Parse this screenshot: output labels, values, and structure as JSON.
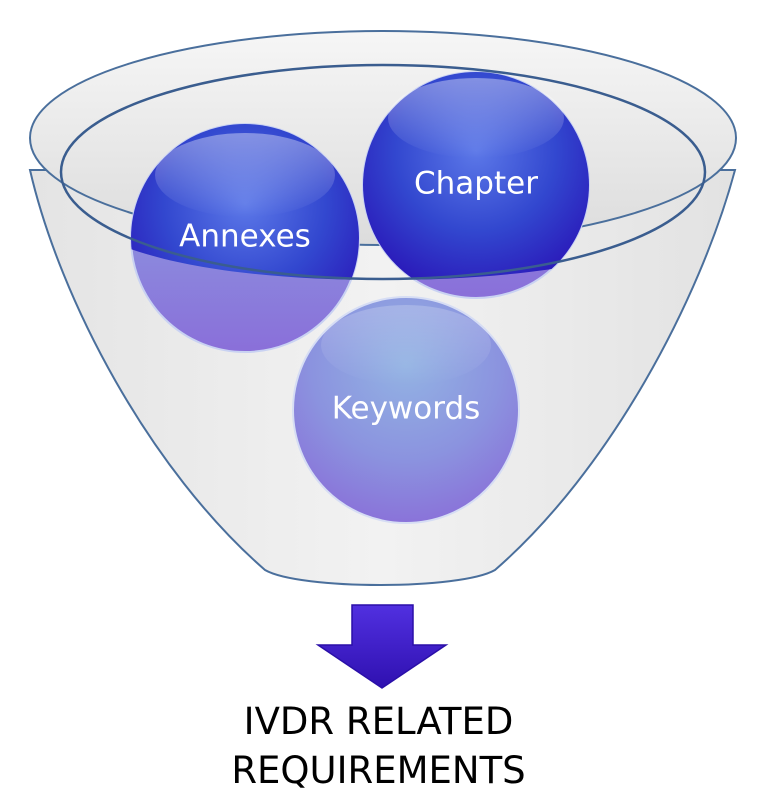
{
  "funnel": {
    "inputs": [
      {
        "label": "Annexes"
      },
      {
        "label": "Chapter"
      },
      {
        "label": "Keywords"
      }
    ]
  },
  "output": {
    "line1": "IVDR RELATED",
    "line2": "REQUIREMENTS"
  },
  "colors": {
    "funnel_fill": "#e8e8e8",
    "funnel_stroke": "#4a6f9c",
    "bubble_blue_dark": "#2a3fc0",
    "bubble_blue_light": "#6f8fe8",
    "bubble_lavender": "#8a7fd8",
    "arrow": "#3d1cc8"
  }
}
